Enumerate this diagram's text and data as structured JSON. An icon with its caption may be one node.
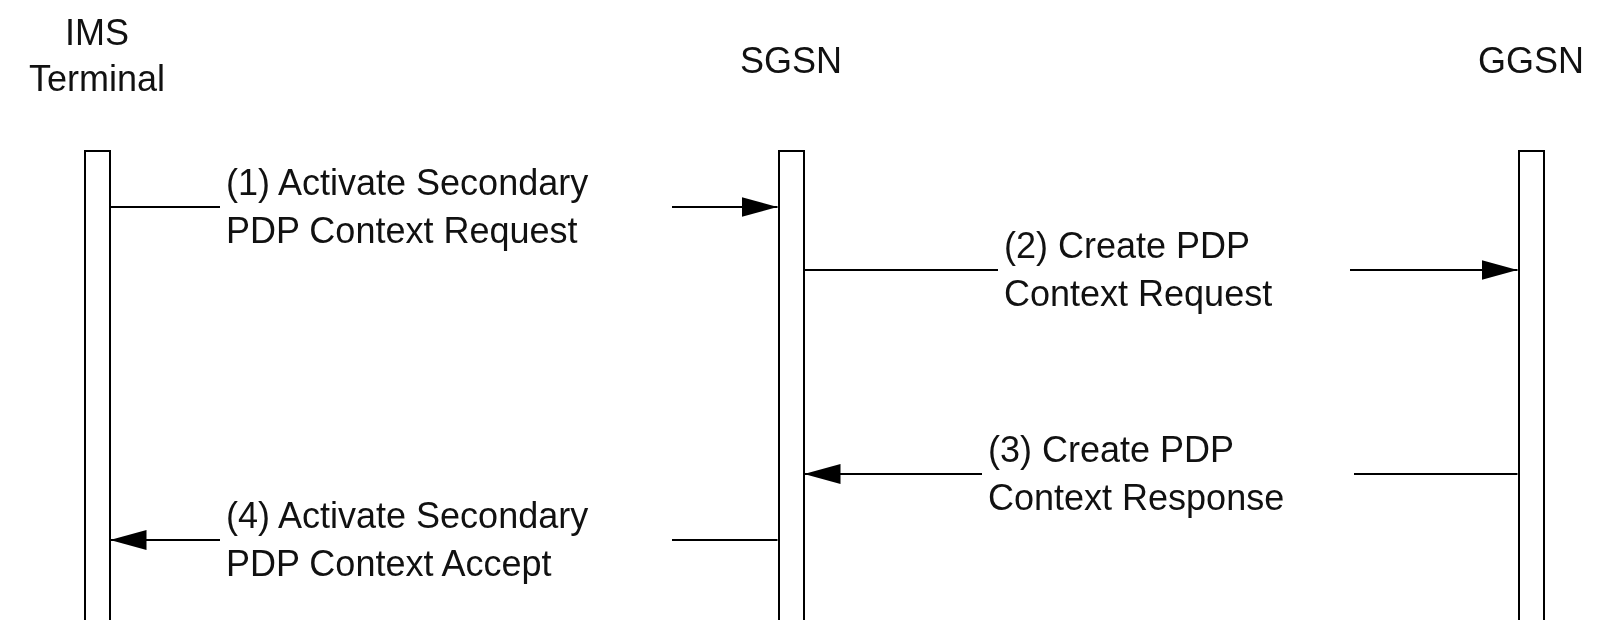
{
  "diagram": {
    "nodes": [
      {
        "text": [
          "IMS Terminal"
        ]
      },
      {
        "text": [
          "SGSN"
        ]
      },
      {
        "text": [
          "GGSN"
        ]
      }
    ],
    "edges": [
      {
        "from": 0,
        "to": 1,
        "arrow": "to",
        "label": "(1) Activate Secondary PDP Context Request"
      },
      {
        "from": 1,
        "to": 2,
        "arrow": "to",
        "label": "(2) Create PDP Context Request"
      },
      {
        "from": 2,
        "to": 1,
        "arrow": "to",
        "label": "(3) Create PDP Context Response"
      },
      {
        "from": 1,
        "to": 0,
        "arrow": "to",
        "label": "(4) Activate Secondary PDP Context Accept"
      }
    ]
  }
}
